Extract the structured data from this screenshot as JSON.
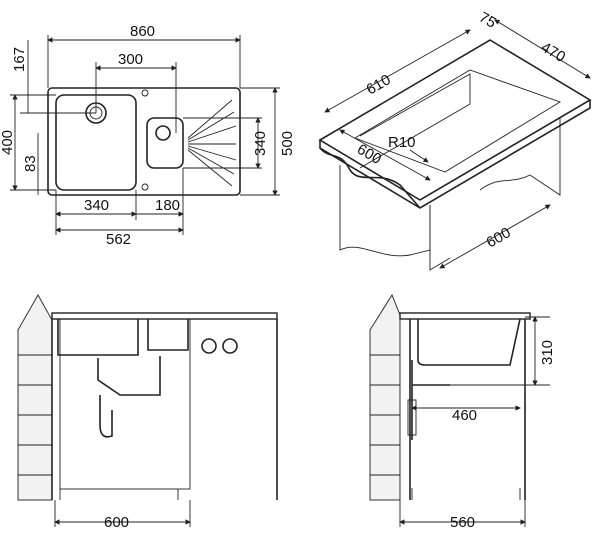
{
  "plan_view": {
    "width_total": "860",
    "bowl_spacing": "300",
    "top_offset": "167",
    "height_bowl": "400",
    "bottom_offset": "83",
    "small_bowl_height": "340",
    "height_total": "500",
    "main_bowl_width": "340",
    "small_bowl_width": "180",
    "bowls_total_width": "562"
  },
  "iso_view": {
    "rim": "75",
    "depth": "470",
    "length": "610",
    "radius": "R10",
    "bowl_width": "600",
    "cabinet_width": "600"
  },
  "front_view": {
    "cabinet_width": "600"
  },
  "side_view": {
    "drain_offset": "460",
    "bowl_depth": "310",
    "cabinet_depth": "560"
  }
}
